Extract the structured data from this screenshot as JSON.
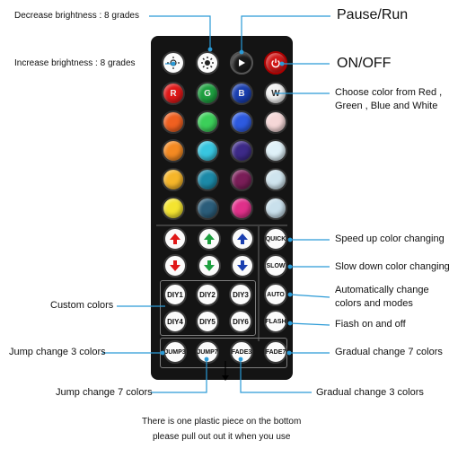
{
  "labels": {
    "decrease_brightness": "Decrease brightness : 8 grades",
    "increase_brightness": "Increase brightness : 8 grades",
    "pause_run": "Pause/Run",
    "on_off": "ON/OFF",
    "choose_color_1": "Choose color from Red ,",
    "choose_color_2": "Green , Blue and White",
    "speed_up": "Speed up color changing",
    "slow_down": "Slow down color changing",
    "auto_1": "Automatically change",
    "auto_2": "colors and modes",
    "flash": "Fiash on and off",
    "custom_colors": "Custom colors",
    "jump3": "Jump change 3 colors",
    "gradual7": "Gradual change 7 colors",
    "jump7": "Jump change 7 colors",
    "gradual3": "Gradual change 3 colors",
    "bottom_1": "There is one plastic piece on the bottom",
    "bottom_2": "please pull out out it when you use"
  },
  "remote": {
    "top_row": [
      "brightness-down-icon",
      "brightness-up-icon",
      "play-pause-icon",
      "power-icon"
    ],
    "color_letters": [
      "R",
      "G",
      "B",
      "W"
    ],
    "color_rows": [
      [
        "#e01818",
        "#1ea040",
        "#1a3fb0",
        "#f2f2f2"
      ],
      [
        "#f06020",
        "#3ccf5a",
        "#2d5ae0",
        "#f5d7d7"
      ],
      [
        "#f48a22",
        "#38c6e0",
        "#3d2a88",
        "#dff1f8"
      ],
      [
        "#f6b62a",
        "#1c8aa8",
        "#7a1e58",
        "#cfe4ee"
      ],
      [
        "#f4e430",
        "#2b5d7a",
        "#e0308a",
        "#c9e0ec"
      ]
    ],
    "arrow_colors": [
      "#e01818",
      "#1ea040",
      "#1a3fb0"
    ],
    "quick": "QUICK",
    "slow": "SLOW",
    "auto": "AUTO",
    "flash": "FLASH",
    "diy": [
      "DIY1",
      "DIY2",
      "DIY3",
      "DIY4",
      "DIY5",
      "DIY6"
    ],
    "bottom_buttons": [
      "JUMP3",
      "JUMP7",
      "FADE3",
      "FADE7"
    ]
  }
}
